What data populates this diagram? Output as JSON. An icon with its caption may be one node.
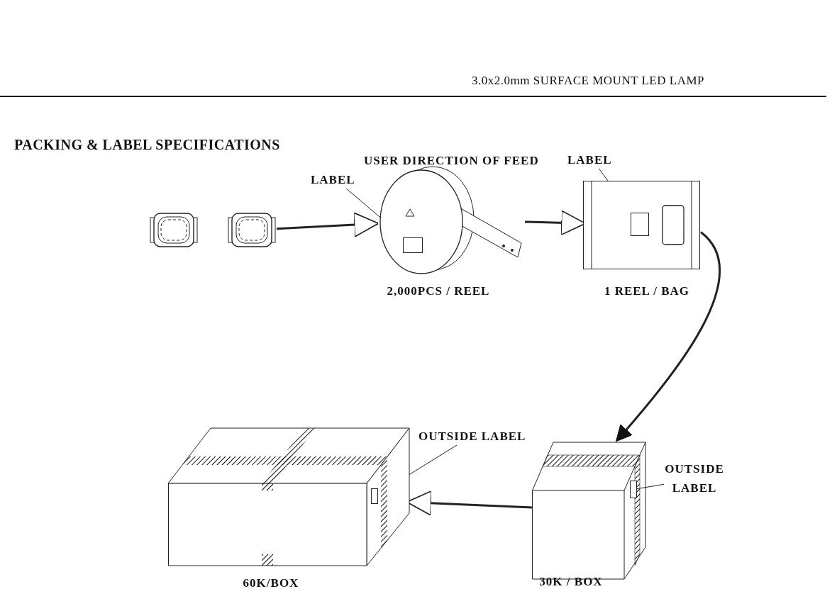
{
  "diagram": {
    "title": "PACKING & LABEL SPECIFICATIONS",
    "nodes": [
      {
        "text": [],
        "shape": "picture"
      },
      {
        "text": [],
        "shape": "picture"
      },
      {
        "text": [],
        "shape": "picture",
        "beside": [
          "2,000PCS / REEL"
        ]
      },
      {
        "text": [],
        "shape": "box",
        "in": 2
      },
      {
        "text": [
          "LABEL"
        ]
      },
      {
        "text": [],
        "shape": "picture",
        "beside": [
          "1 REEL / BAG"
        ]
      },
      {
        "text": [],
        "shape": "box",
        "in": 5
      },
      {
        "text": [
          "LABEL"
        ]
      },
      {
        "text": [],
        "shape": "picture",
        "beside": [
          "30K / BOX"
        ]
      },
      {
        "text": [
          "OUTSIDE LABEL"
        ]
      },
      {
        "text": [],
        "shape": "box",
        "in": 8
      },
      {
        "text": [],
        "shape": "picture",
        "beside": [
          "60K/BOX"
        ]
      },
      {
        "text": [
          "OUTSIDE LABEL"
        ]
      },
      {
        "text": [],
        "shape": "box",
        "in": 11
      }
    ],
    "edges": [
      {
        "from": 1,
        "to": 2,
        "arrow": "to",
        "style": "thick"
      },
      {
        "from": 2,
        "to": 5,
        "arrow": "to",
        "style": "thick"
      },
      {
        "from": 5,
        "to": 8,
        "arrow": "to",
        "style": "thick"
      },
      {
        "from": 8,
        "to": 11,
        "arrow": "to",
        "style": "thick"
      },
      {
        "from": 4,
        "to": 3,
        "arrow": "to"
      },
      {
        "from": 7,
        "to": 6,
        "arrow": "to"
      },
      {
        "from": 9,
        "to": 10,
        "arrow": "none"
      },
      {
        "from": 12,
        "to": 13,
        "arrow": "to"
      }
    ],
    "labels": [
      "3.0x2.0mm SURFACE MOUNT LED LAMP",
      "USER DIRECTION OF FEED"
    ]
  }
}
